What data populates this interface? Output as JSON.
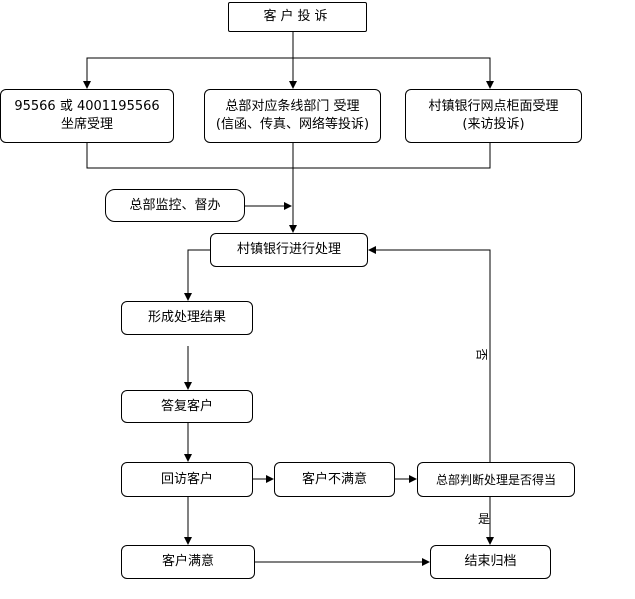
{
  "nodes": {
    "complaint": {
      "text": "客户投诉"
    },
    "hotline": {
      "line1": "95566 或 4001195566",
      "line2": "坐席受理"
    },
    "hq_dept": {
      "line1": "总部对应条线部门 受理",
      "line2": "(信函、传真、网络等投诉)"
    },
    "branch": {
      "line1": "村镇银行网点柜面受理",
      "line2": "(来访投诉)"
    },
    "supervise": {
      "text": "总部监控、督办"
    },
    "process": {
      "text": "村镇银行进行处理"
    },
    "result": {
      "text": "形成处理结果"
    },
    "reply": {
      "text": "答复客户"
    },
    "revisit": {
      "text": "回访客户"
    },
    "unsatisfied": {
      "text": "客户不满意"
    },
    "judge": {
      "text": "总部判断处理是否得当"
    },
    "satisfied": {
      "text": "客户满意"
    },
    "close": {
      "text": "结束归档"
    }
  },
  "edge_labels": {
    "no": "否",
    "yes": "是"
  }
}
